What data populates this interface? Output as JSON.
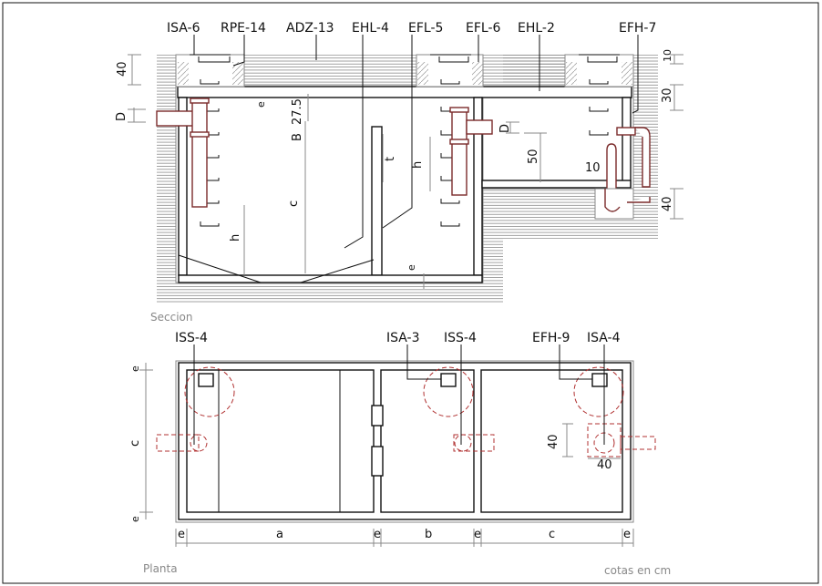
{
  "section": {
    "title": "Seccion",
    "callouts": [
      "ISA-6",
      "RPE-14",
      "ADZ-13",
      "EHL-4",
      "EFL-5",
      "EFL-6",
      "EHL-2",
      "EFH-7"
    ],
    "dims": {
      "d40_top": "40",
      "d10": "10",
      "d30": "30",
      "d40_bottom": "40",
      "D_left": "D",
      "D_mid": "D",
      "d50": "50",
      "d10_pipe": "10",
      "e1": "e",
      "e2": "e",
      "B": "B",
      "d27_5": "27.5",
      "c": "c",
      "h1": "h",
      "h2": "h",
      "t": "t"
    }
  },
  "plan": {
    "title": "Planta",
    "callouts": [
      "ISS-4",
      "ISA-3",
      "ISS-4",
      "EFH-9",
      "ISA-4"
    ],
    "dims": {
      "e_top": "e",
      "c_left": "c",
      "e_bottom": "e",
      "bottom": [
        "e",
        "a",
        "e",
        "b",
        "e",
        "c",
        "e"
      ],
      "d40_v": "40",
      "d40_h": "40"
    }
  },
  "units_note": "cotas en cm",
  "colors": {
    "line": "#111111",
    "hatch": "#888888",
    "pipe": "#7a2a2a",
    "dashed": "#b03030"
  }
}
